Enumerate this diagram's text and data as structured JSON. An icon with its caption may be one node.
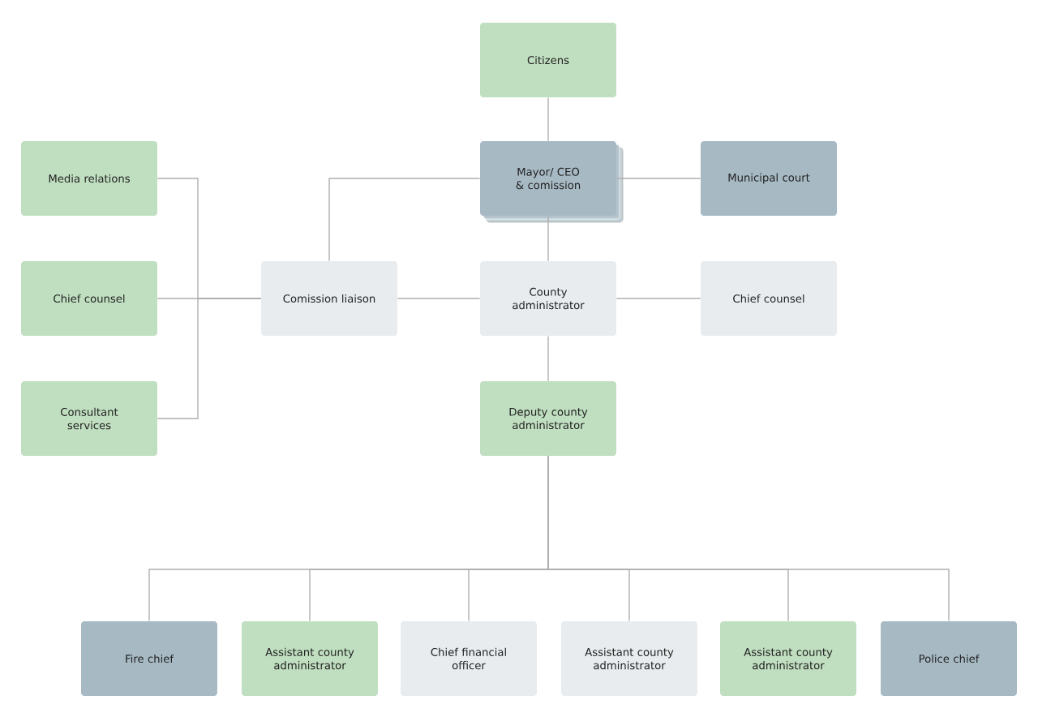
{
  "diagram": {
    "nodes": [
      {
        "text": [
          "Citizens"
        ]
      },
      {
        "text": [
          "Media relations"
        ]
      },
      {
        "text": [
          "Mayor/ CEO & comission"
        ]
      },
      {
        "text": [
          "Municipal court"
        ]
      },
      {
        "text": [
          "Chief counsel"
        ]
      },
      {
        "text": [
          "Comission liaison"
        ]
      },
      {
        "text": [
          "County administrator"
        ]
      },
      {
        "text": [
          "Chief counsel"
        ]
      },
      {
        "text": [
          "Consultant services"
        ]
      },
      {
        "text": [
          "Deputy county administrator"
        ]
      },
      {
        "text": [
          "Fire chief"
        ]
      },
      {
        "text": [
          "Assistant county administrator"
        ]
      },
      {
        "text": [
          "Chief financial officer"
        ]
      },
      {
        "text": [
          "Assistant county administrator"
        ]
      },
      {
        "text": [
          "Assistant county administrator"
        ]
      },
      {
        "text": [
          "Police chief"
        ]
      }
    ],
    "edges": [
      {
        "from": 0,
        "to": 2,
        "arrow": "none"
      },
      {
        "from": 2,
        "to": 3,
        "arrow": "none"
      },
      {
        "from": 2,
        "to": 5,
        "arrow": "none"
      },
      {
        "from": 2,
        "to": 6,
        "arrow": "none"
      },
      {
        "from": 5,
        "to": 6,
        "arrow": "none"
      },
      {
        "from": 6,
        "to": 7,
        "arrow": "none"
      },
      {
        "from": 5,
        "to": 1,
        "arrow": "none"
      },
      {
        "from": 5,
        "to": 4,
        "arrow": "none"
      },
      {
        "from": 5,
        "to": 8,
        "arrow": "none"
      },
      {
        "from": 6,
        "to": 9,
        "arrow": "none"
      },
      {
        "from": 9,
        "to": 10,
        "arrow": "none"
      },
      {
        "from": 9,
        "to": 11,
        "arrow": "none"
      },
      {
        "from": 9,
        "to": 12,
        "arrow": "none"
      },
      {
        "from": 9,
        "to": 13,
        "arrow": "none"
      },
      {
        "from": 9,
        "to": 14,
        "arrow": "none"
      },
      {
        "from": 9,
        "to": 15,
        "arrow": "none"
      }
    ]
  }
}
